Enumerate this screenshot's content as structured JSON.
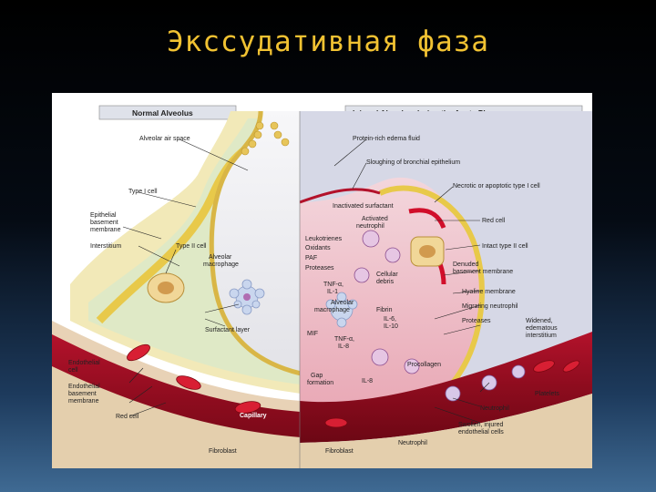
{
  "slide": {
    "title": "Экссудативная фаза"
  },
  "diagram": {
    "left_header": "Normal Alveolus",
    "right_header": "Injured Alveolus during the Acute Phase",
    "left_labels": {
      "air_space": "Alveolar air space",
      "type1": "Type I cell",
      "epi_bm_1": "Epithelial",
      "epi_bm_2": "basement",
      "epi_bm_3": "membrane",
      "interstitium": "Interstitium",
      "type2": "Type II cell",
      "macro_1": "Alveolar",
      "macro_2": "macrophage",
      "surfactant": "Surfactant layer",
      "endo_1": "Endothelial",
      "endo_2": "cell",
      "endo_bm_1": "Endothelial",
      "endo_bm_2": "basement",
      "endo_bm_3": "membrane",
      "red_cell": "Red cell",
      "capillary": "Capillary",
      "fibroblast": "Fibroblast"
    },
    "right_labels": {
      "edema": "Protein-rich edema fluid",
      "sloughing": "Sloughing of bronchial epithelium",
      "necrotic": "Necrotic or apoptotic type I cell",
      "inact_surf": "Inactivated surfactant",
      "act_neu_1": "Activated",
      "act_neu_2": "neutrophil",
      "red_cell": "Red cell",
      "leuko": "Leukotrienes",
      "oxidants": "Oxidants",
      "paf": "PAF",
      "proteases": "Proteases",
      "intact_t2": "Intact type II cell",
      "cell_deb_1": "Cellular",
      "cell_deb_2": "debris",
      "tnf": "TNF-α,",
      "il1": "IL-1",
      "denuded_1": "Denuded",
      "denuded_2": "basement membrane",
      "hyaline": "Hyaline membrane",
      "alv_mac_1": "Alveolar",
      "alv_mac_2": "macrophage",
      "fibrin": "Fibrin",
      "il6": "IL-6,",
      "il10": "IL-10",
      "migrating": "Migrating neutrophil",
      "proteases2": "Proteases",
      "widened_1": "Widened,",
      "widened_2": "edematous",
      "widened_3": "interstitium",
      "mif": "MIF",
      "tnf2": "TNF-α,",
      "il8a": "IL-8",
      "procollagen": "Procollagen",
      "gap_1": "Gap",
      "gap_2": "formation",
      "il8b": "IL-8",
      "platelets": "Platelets",
      "neutrophil": "Neutrophil",
      "swollen_1": "Swollen, injured",
      "swollen_2": "endothelial cells",
      "fibroblast": "Fibroblast",
      "neutrophil2": "Neutrophil"
    }
  }
}
